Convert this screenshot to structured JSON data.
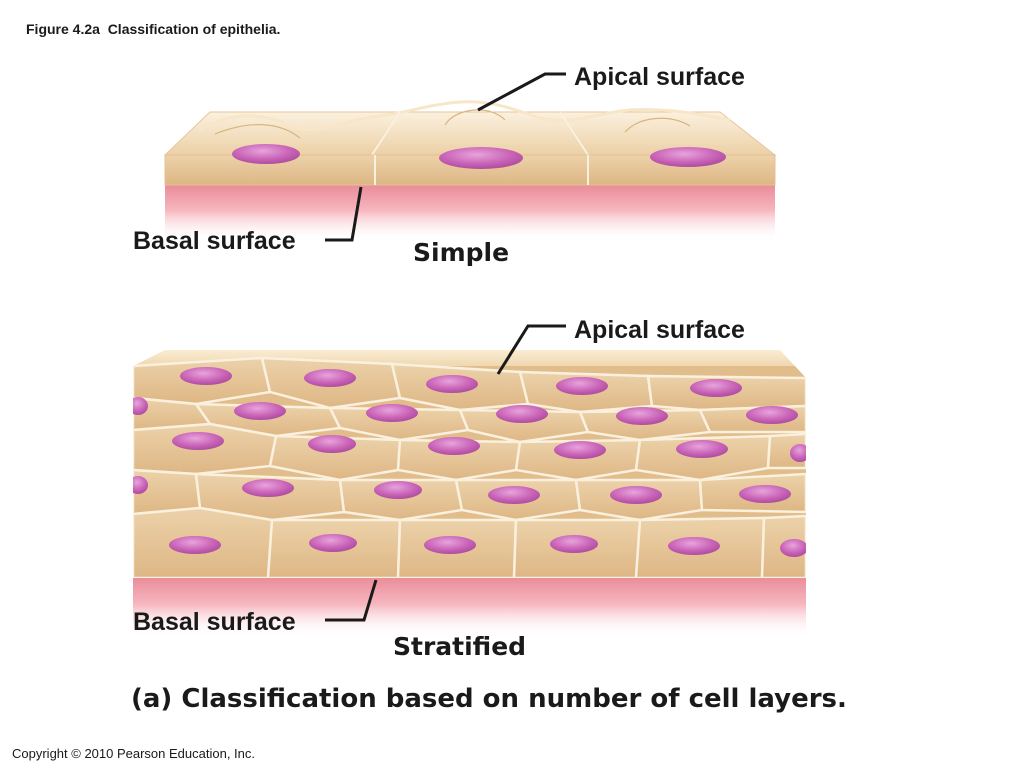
{
  "figure": {
    "title": "Figure 4.2a  Classification of epithelia.",
    "caption": "(a) Classification based on number of cell layers.",
    "copyright": "Copyright © 2010 Pearson Education, Inc."
  },
  "simple_panel": {
    "heading": "Simple",
    "apical_label": "Apical surface",
    "basal_label": "Basal surface"
  },
  "stratified_panel": {
    "heading": "Stratified",
    "apical_label": "Apical surface",
    "basal_label": "Basal surface"
  },
  "colors": {
    "cell_fill": "#e8c496",
    "cell_top": "#f4e0c0",
    "cell_outline": "#faf0de",
    "nucleus": "#c860b4",
    "nucleus_highlight": "#e6a0d8",
    "basement_membrane": "#f2a6b0",
    "leader_line": "#1a1a1a"
  }
}
